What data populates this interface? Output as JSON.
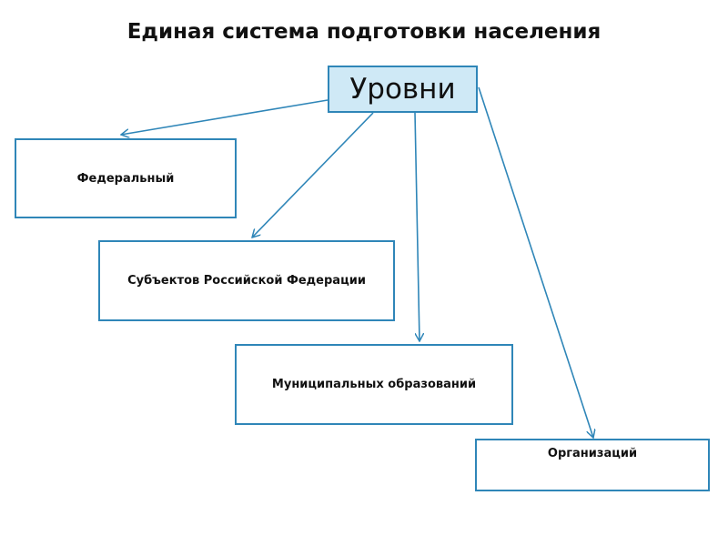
{
  "title": "Единая система подготовки населения",
  "root": {
    "label": "Уровни"
  },
  "levels": [
    {
      "label": "Федеральный"
    },
    {
      "label": "Субъектов Российской Федерации"
    },
    {
      "label": "Муниципальных образований"
    },
    {
      "label": "Организаций"
    }
  ],
  "colors": {
    "stroke": "#2f86b8",
    "root_fill": "#cfe9f6"
  }
}
